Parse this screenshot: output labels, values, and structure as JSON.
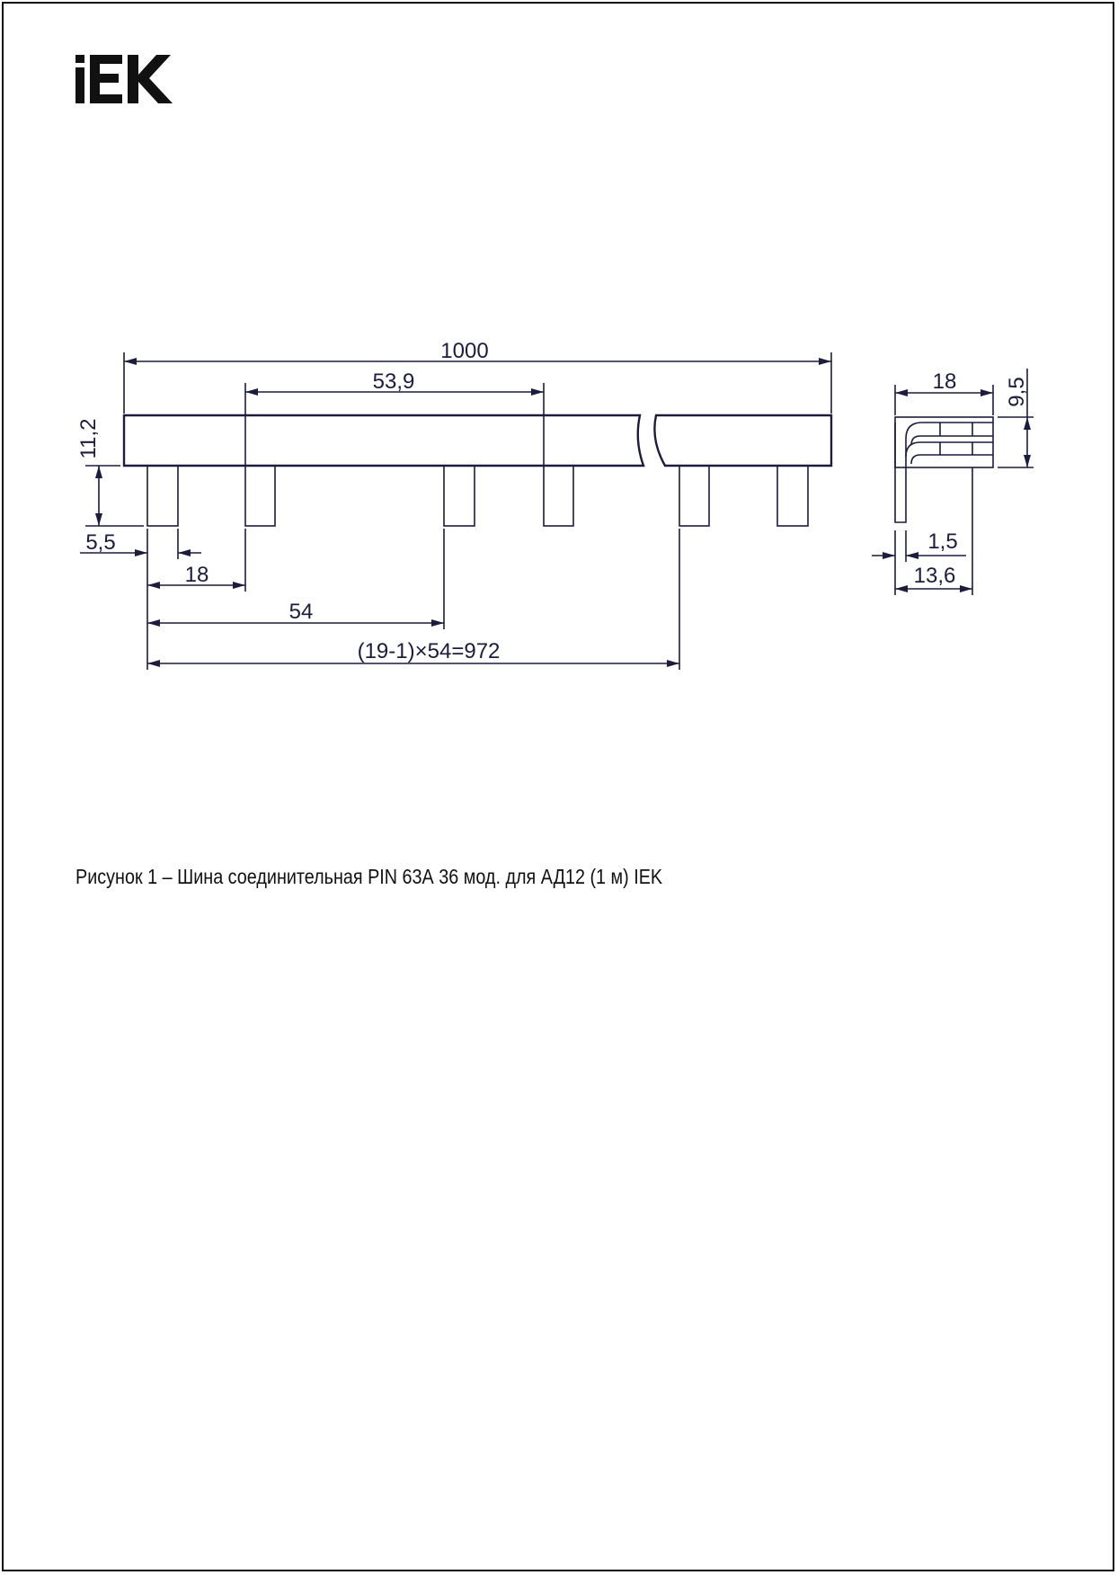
{
  "logo": {
    "text": "IEK"
  },
  "drawing": {
    "front_view": {
      "overall_length": "1000",
      "span": "53,9",
      "height": "11,2",
      "pin_width": "5,5",
      "pitch_18": "18",
      "pitch_54": "54",
      "total": "(19-1)×54=972"
    },
    "side_view": {
      "width": "18",
      "height": "9,5",
      "thickness": "1,5",
      "depth": "13,6"
    }
  },
  "caption": "Рисунок 1 – Шина соединительная PIN 63А 36 мод. для АД12 (1 м) IEK",
  "colors": {
    "line": "#1c1c3c"
  }
}
